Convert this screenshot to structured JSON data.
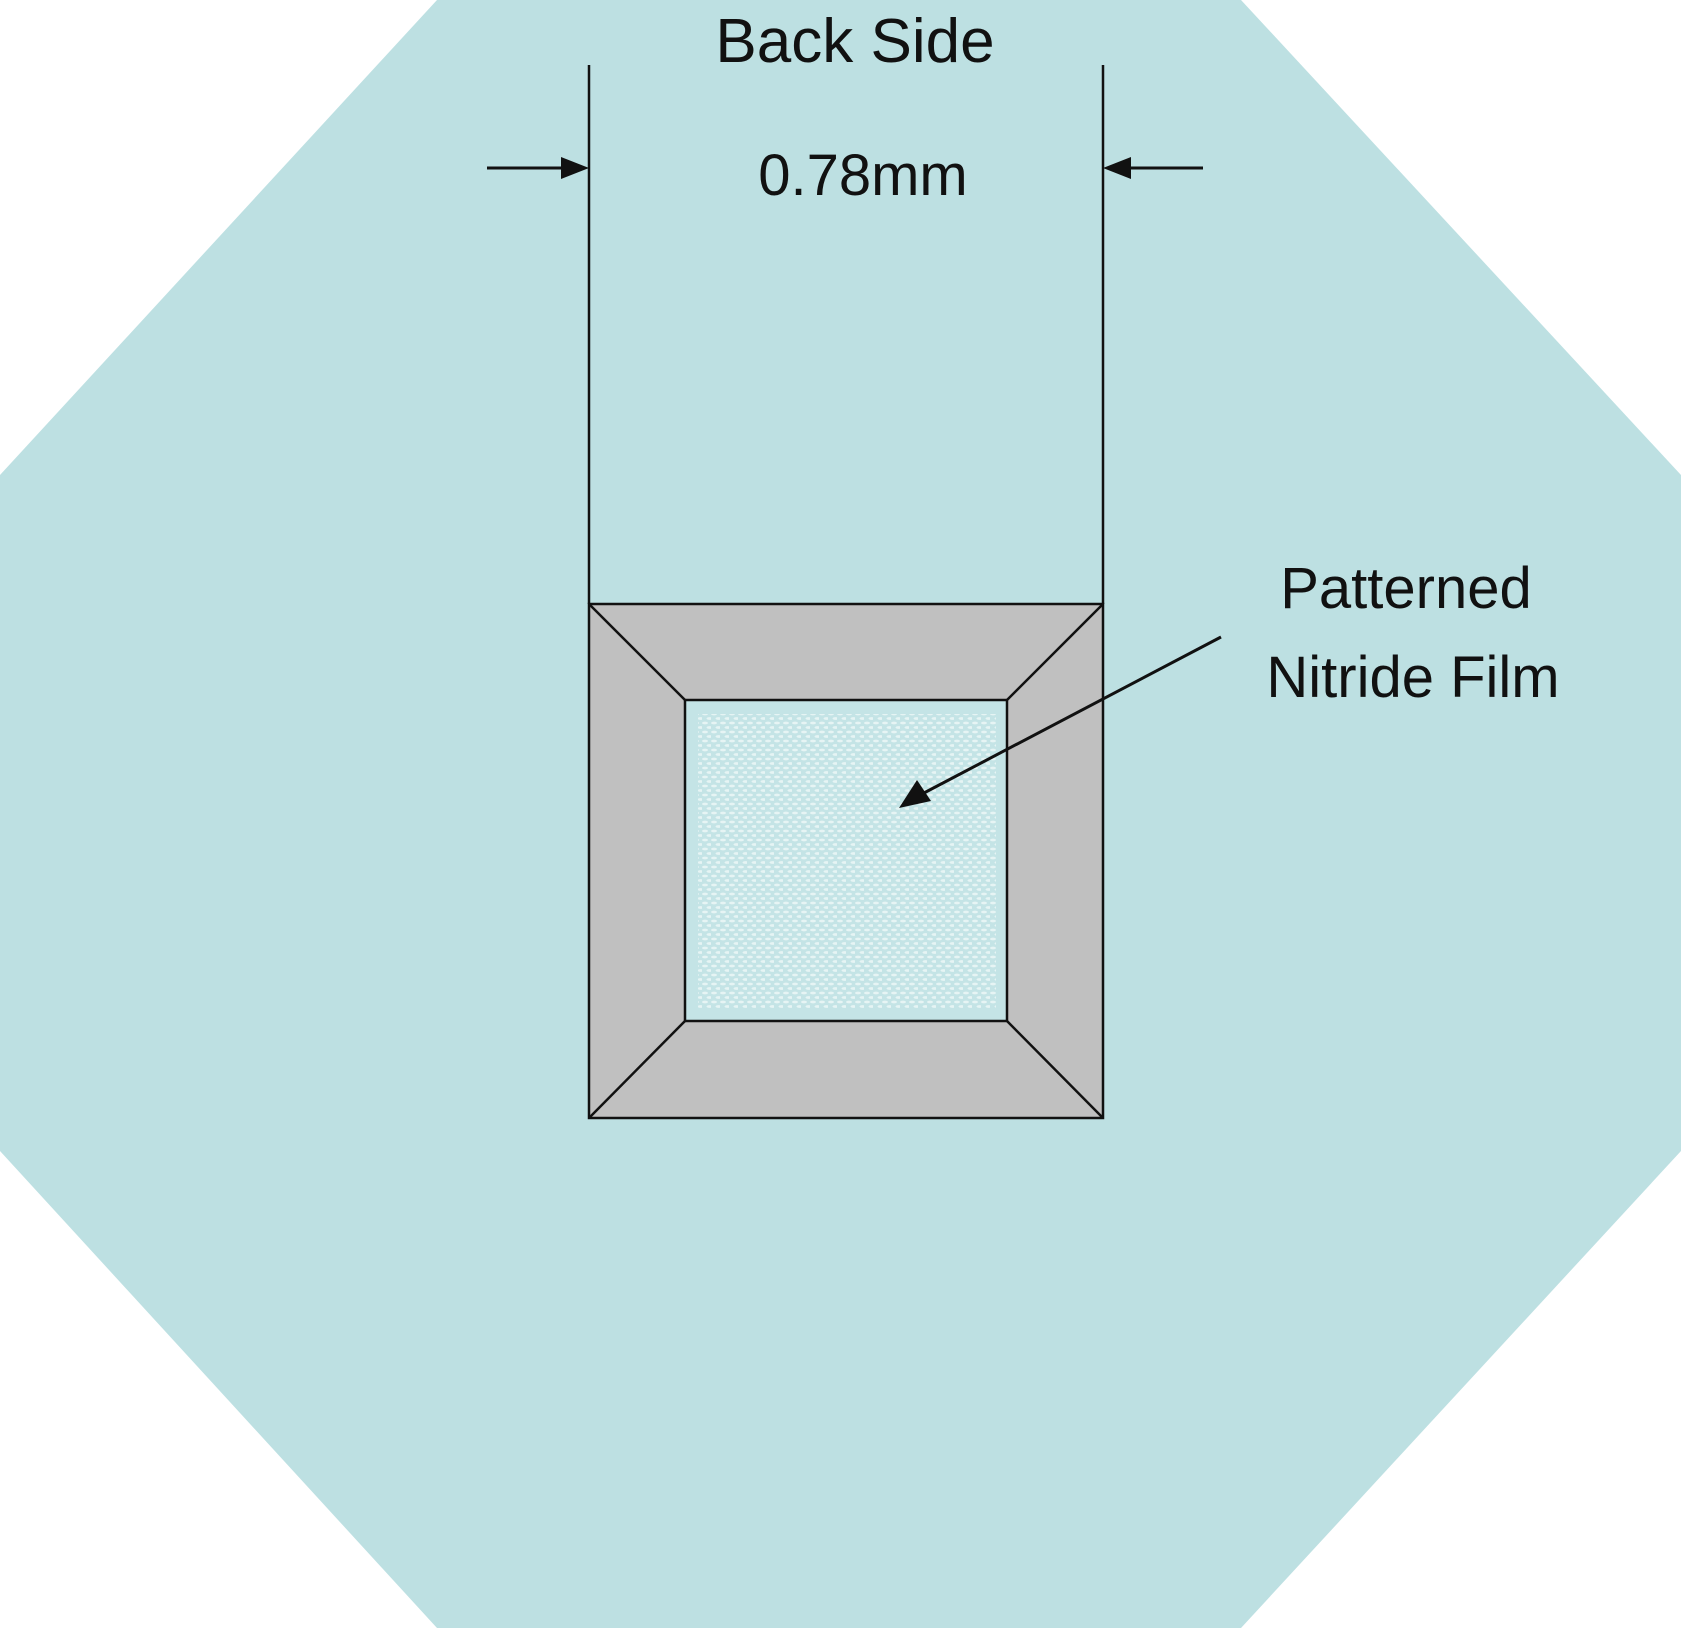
{
  "colors": {
    "substrate": "#bde0e2",
    "frame": "#c0c0c0",
    "outline": "#111111",
    "membrane": "#c4e4e6",
    "membrane_dots": "#e6f4f4"
  },
  "labels": {
    "title": "Back Side",
    "dimension": "0.78mm",
    "callout_line1": "Patterned",
    "callout_line2": "Nitride Film"
  }
}
